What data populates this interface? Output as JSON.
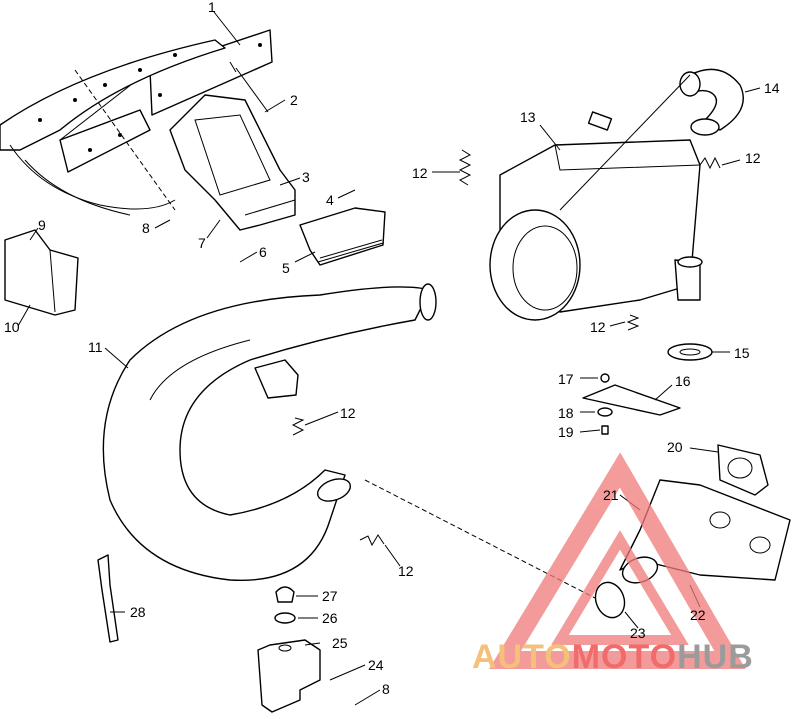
{
  "callouts": {
    "c1": "1",
    "c2": "2",
    "c3": "3",
    "c4": "4",
    "c5": "5",
    "c6": "6",
    "c7": "7",
    "c8a": "8",
    "c8b": "8",
    "c9": "9",
    "c10": "10",
    "c11": "11",
    "c12a": "12",
    "c12b": "12",
    "c12c": "12",
    "c12d": "12",
    "c12e": "12",
    "c13": "13",
    "c14": "14",
    "c15": "15",
    "c16": "16",
    "c17": "17",
    "c18": "18",
    "c19": "19",
    "c20": "20",
    "c21": "21",
    "c22": "22",
    "c23": "23",
    "c24": "24",
    "c25": "25",
    "c26": "26",
    "c27": "27",
    "c28": "28"
  },
  "watermark": {
    "part1": "AUTO",
    "part2": "MOTO",
    "part3": "HUB",
    "color_auto": "#f5c07a",
    "color_moto": "#f26b6b",
    "color_hub": "#9b9b9b",
    "logo_color": "#f07a7a"
  }
}
